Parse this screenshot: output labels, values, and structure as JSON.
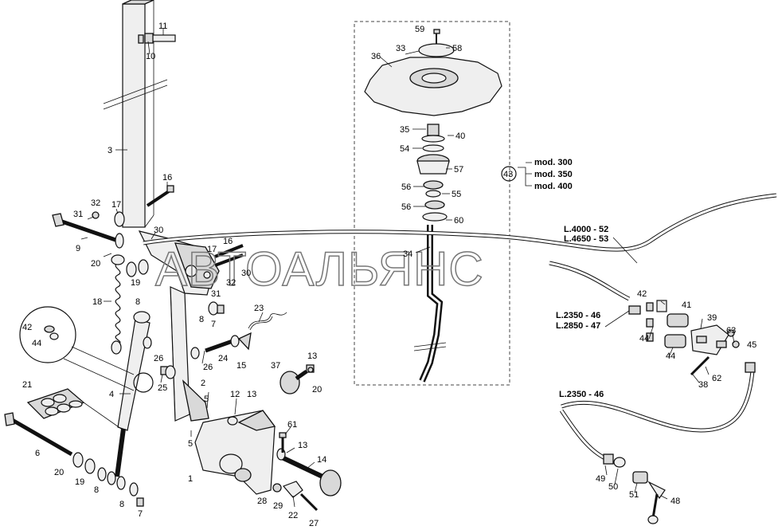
{
  "watermark": "АВТОАЛЬЯНС",
  "callouts": {
    "c11": "11",
    "c10": "10",
    "c3": "3",
    "c16a": "16",
    "c32a": "32",
    "c31": "31",
    "c17a": "17",
    "c30a": "30",
    "c9": "9",
    "c20a": "20",
    "c16b": "16",
    "c17b": "17",
    "c19a": "19",
    "c31b": "31",
    "c32b": "32",
    "c30b": "30",
    "c18": "18",
    "c8a": "8",
    "c8b": "8",
    "c7a": "7",
    "c42a": "42",
    "c44a": "44",
    "c4": "4",
    "c26a": "26",
    "c25": "25",
    "c26b": "26",
    "c24": "24",
    "c15": "15",
    "c23": "23",
    "c21": "21",
    "c2": "2",
    "c5a": "5",
    "c5b": "5",
    "c12": "12",
    "c13a": "13",
    "c37": "37",
    "c13b": "13",
    "c20b": "20",
    "c6": "6",
    "c20c": "20",
    "c19b": "19",
    "c8c": "8",
    "c8d": "8",
    "c7b": "7",
    "c1": "1",
    "c61": "61",
    "c13c": "13",
    "c14": "14",
    "c28": "28",
    "c29": "29",
    "c22": "22",
    "c27": "27",
    "c59": "59",
    "c33": "33",
    "c58": "58",
    "c36": "36",
    "c35": "35",
    "c40": "40",
    "c54": "54",
    "c57": "57",
    "c56a": "56",
    "c55": "55",
    "c56b": "56",
    "c60": "60",
    "c34": "34",
    "c43": "43",
    "c42b": "42",
    "c41": "41",
    "c39": "39",
    "c63": "63",
    "c44b": "44",
    "c44c": "44",
    "c45": "45",
    "c62": "62",
    "c38": "38",
    "c49": "49",
    "c50": "50",
    "c51": "51",
    "c48": "48"
  },
  "mod_list": [
    "mod. 300",
    "mod. 350",
    "mod. 400"
  ],
  "hose_notes": {
    "l4000": "L.4000 - 52",
    "l4650": "L.4650 - 53",
    "l2350": "L.2350 - 46",
    "l2850": "L.2850 - 47",
    "l2350b": "L.2350 - 46"
  }
}
